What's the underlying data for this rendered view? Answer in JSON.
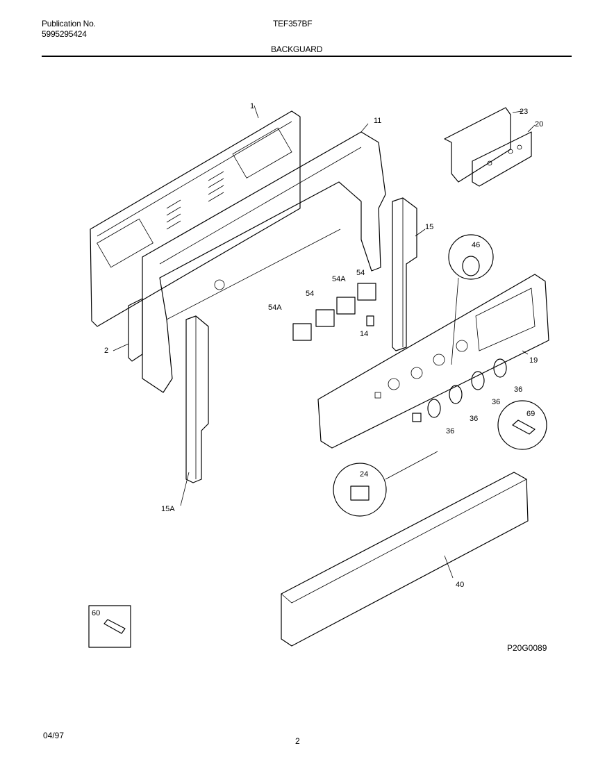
{
  "header": {
    "publication_label": "Publication No.",
    "publication_number": "5995295424",
    "model": "TEF357BF",
    "section": "BACKGUARD"
  },
  "footer": {
    "date": "04/97",
    "page": "2"
  },
  "diagram_code": "P20G0089",
  "callouts": {
    "c1": "1",
    "c2": "2",
    "c11": "11",
    "c14": "14",
    "c15": "15",
    "c15a": "15A",
    "c19": "19",
    "c20": "20",
    "c23": "23",
    "c24": "24",
    "c36a": "36",
    "c36b": "36",
    "c36c": "36",
    "c36d": "36",
    "c40": "40",
    "c46": "46",
    "c54a": "54",
    "c54b": "54",
    "c54A_a": "54A",
    "c54A_b": "54A",
    "c60": "60",
    "c69": "69"
  }
}
